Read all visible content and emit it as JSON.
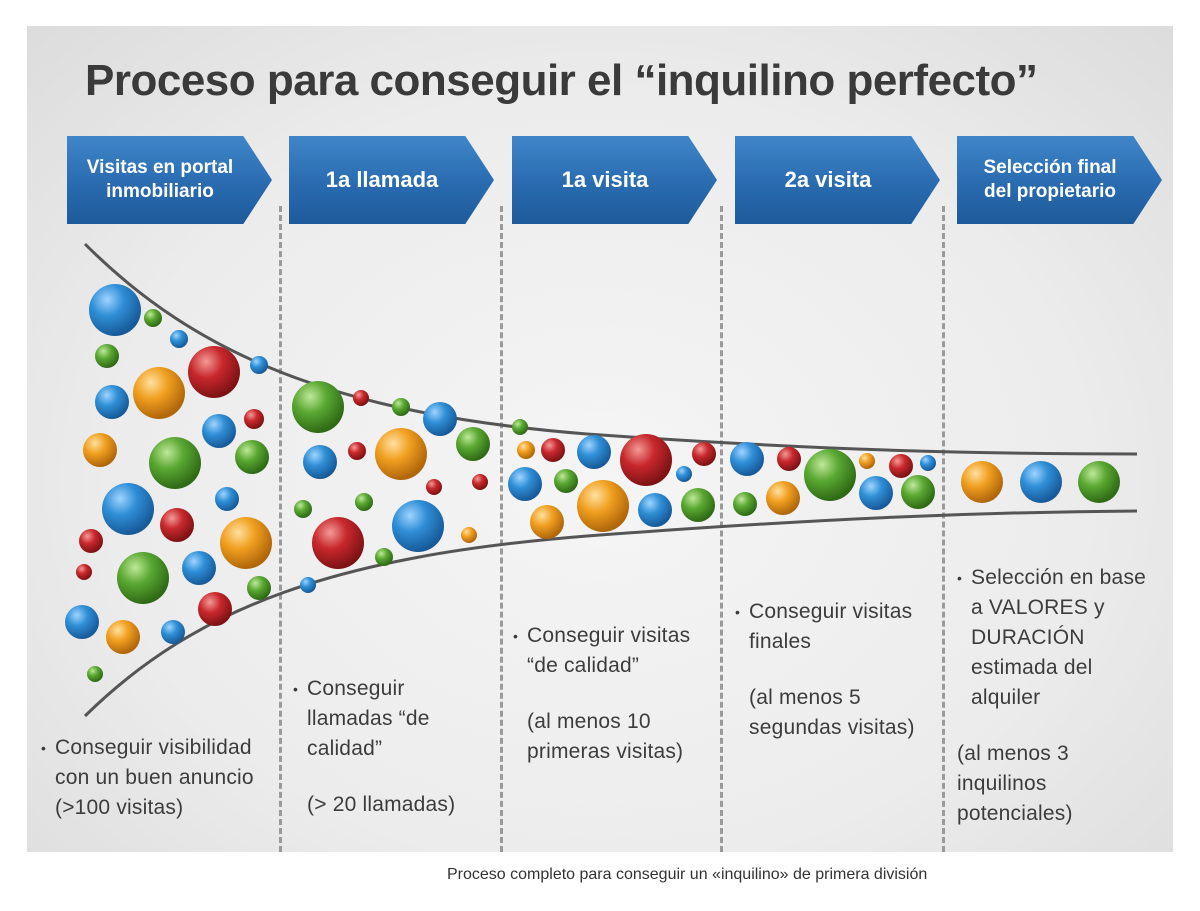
{
  "title": "Proceso para conseguir el “inquilino perfecto”",
  "stages": [
    {
      "label": "Visitas en portal inmobiliario",
      "bullet": "Conseguir visibilidad con un buen anuncio (>100 visitas)",
      "note": ""
    },
    {
      "label": "1a llamada",
      "bullet": "Conseguir llamadas “de calidad”",
      "note": "(> 20 llamadas)"
    },
    {
      "label": "1a visita",
      "bullet": "Conseguir visitas “de calidad”",
      "note": "(al menos 10 primeras visitas)"
    },
    {
      "label": "2a visita",
      "bullet": "Conseguir visitas finales",
      "note": "(al menos 5 segundas visitas)"
    },
    {
      "label": "Selección final del propietario",
      "bullet": "Selección en base a VALORES y DURACIÓN estimada del alquiler",
      "note": "(al menos 3 inquilinos potenciales)"
    }
  ],
  "bullet_symbol": "•",
  "colors": {
    "arrow": "#2a6bb0",
    "ball_blue": "#2f8fd6",
    "ball_green": "#5aa832",
    "ball_red": "#c8282c",
    "ball_orange": "#f0a020",
    "funnel_line": "#555555"
  },
  "caption": "Proceso completo para conseguir un «inquilino» de primera división"
}
